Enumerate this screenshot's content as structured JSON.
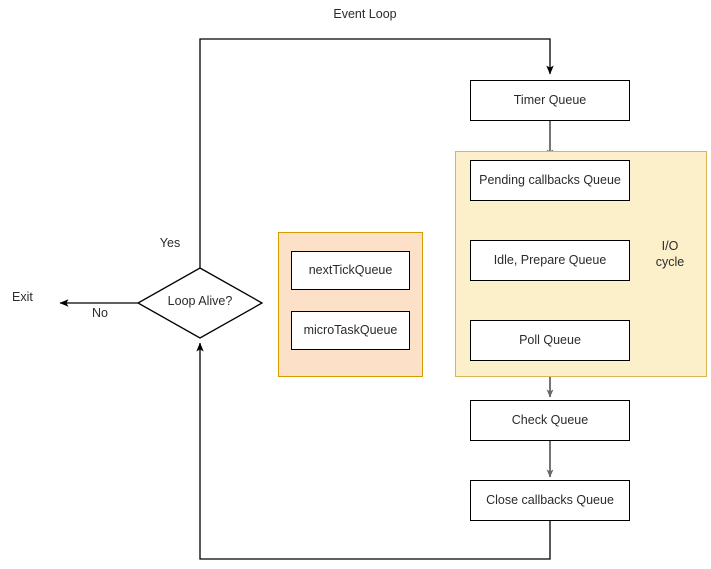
{
  "diagram": {
    "title": "Event Loop",
    "background_color": "#ffffff"
  },
  "regions": {
    "io_cycle": {
      "label": "I/O\ncycle",
      "fill_color": "#fcf0ca",
      "border_color": "#d6b656"
    },
    "microtask_group": {
      "fill_color": "#fce0c8",
      "border_color": "#d79b00"
    }
  },
  "nodes": {
    "timer_queue": "Timer Queue",
    "pending_callbacks_queue": "Pending callbacks Queue",
    "idle_prepare_queue": "Idle, Prepare Queue",
    "poll_queue": "Poll Queue",
    "check_queue": "Check Queue",
    "close_callbacks_queue": "Close callbacks Queue",
    "next_tick_queue": "nextTickQueue",
    "micro_task_queue": "microTaskQueue",
    "loop_alive_decision": "Loop Alive?",
    "exit_terminal": "Exit"
  },
  "edge_labels": {
    "yes": "Yes",
    "no": "No"
  },
  "colors": {
    "connector": "#666666",
    "loop_wire": "#000000",
    "node_border": "#000000",
    "text": "#2b2b2b"
  }
}
